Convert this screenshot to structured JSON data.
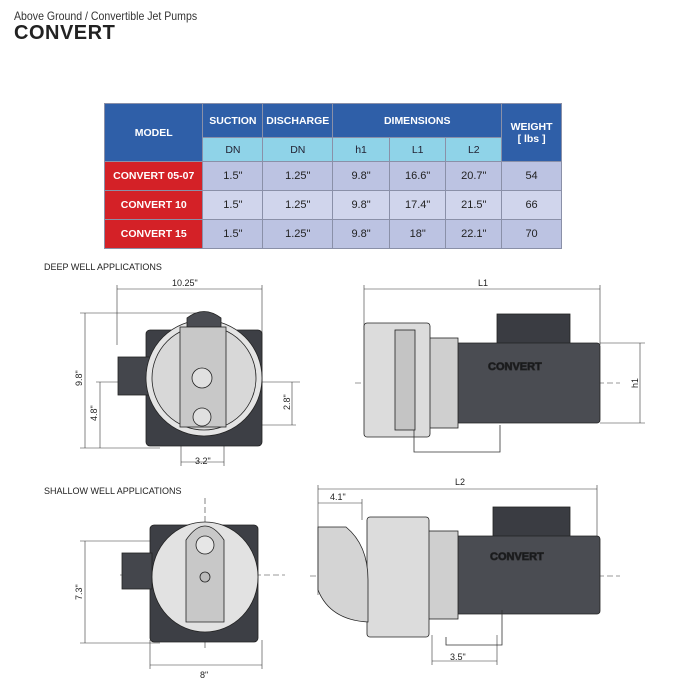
{
  "header": {
    "subtitle": "Above Ground / Convertible Jet Pumps",
    "title": "CONVERT"
  },
  "table": {
    "headers": {
      "model": "MODEL",
      "suction": "SUCTION",
      "discharge": "DISCHARGE",
      "dimensions": "DIMENSIONS",
      "weight": "WEIGHT",
      "weight_unit": "[ lbs ]"
    },
    "subheaders": [
      "DN",
      "DN",
      "h1",
      "L1",
      "L2"
    ],
    "rows": [
      {
        "model": "CONVERT 05-07",
        "suction": "1.5\"",
        "discharge": "1.25\"",
        "h1": "9.8\"",
        "l1": "16.6\"",
        "l2": "20.7\"",
        "weight": "54"
      },
      {
        "model": "CONVERT 10",
        "suction": "1.5\"",
        "discharge": "1.25\"",
        "h1": "9.8\"",
        "l1": "17.4\"",
        "l2": "21.5\"",
        "weight": "66"
      },
      {
        "model": "CONVERT 15",
        "suction": "1.5\"",
        "discharge": "1.25\"",
        "h1": "9.8\"",
        "l1": "18\"",
        "l2": "22.1\"",
        "weight": "70"
      }
    ]
  },
  "deep_well": {
    "heading": "DEEP WELL APPLICATIONS",
    "width": "10.25\"",
    "height": "9.8\"",
    "center_height": "4.8\"",
    "offset": "2.8\"",
    "foot_gap": "3.2\"",
    "length_label": "L1",
    "height_label": "h1",
    "brand": "CONVERT"
  },
  "shallow_well": {
    "heading": "SHALLOW WELL APPLICATIONS",
    "height": "7.3\"",
    "width": "8\"",
    "length_label": "L2",
    "inlet_offset": "4.1\"",
    "foot_gap": "3.5\"",
    "brand": "CONVERT"
  }
}
